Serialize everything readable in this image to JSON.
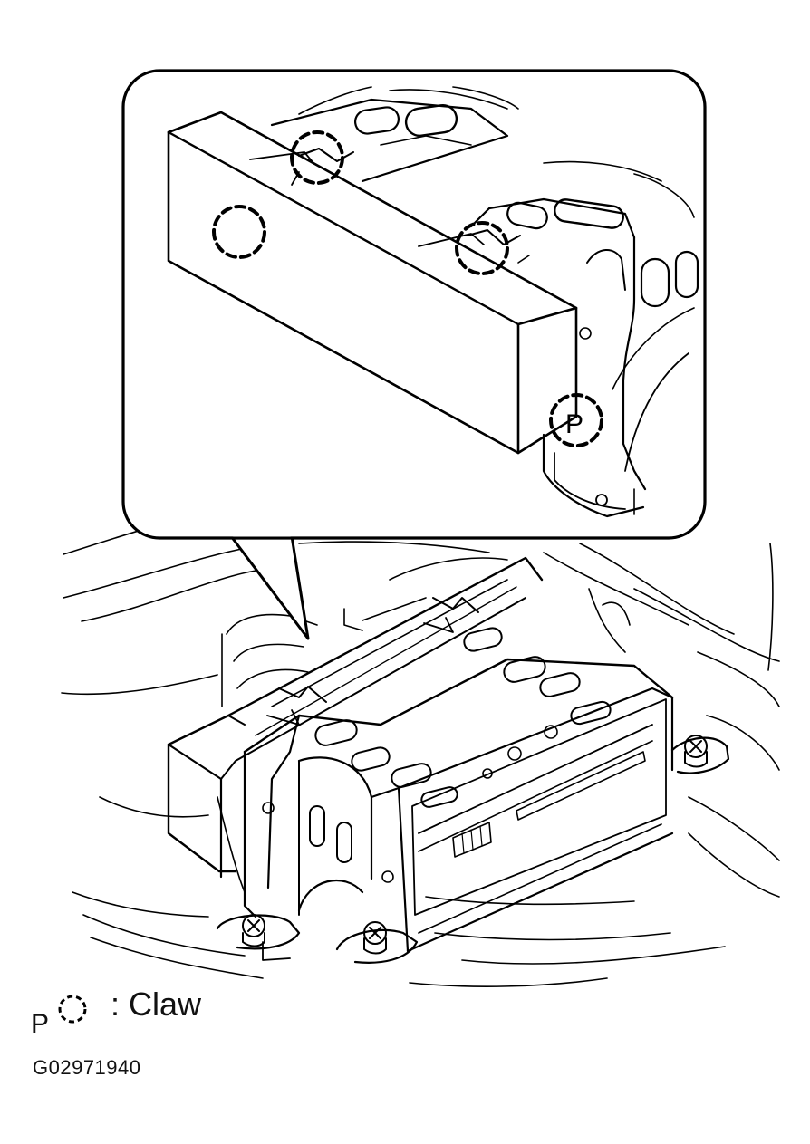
{
  "callout": {
    "claw_marker_letter": "P"
  },
  "legend": {
    "prefix_letter": "P",
    "symbol": "dashed-circle-icon",
    "text": ": Claw"
  },
  "figure_code": "G02971940"
}
